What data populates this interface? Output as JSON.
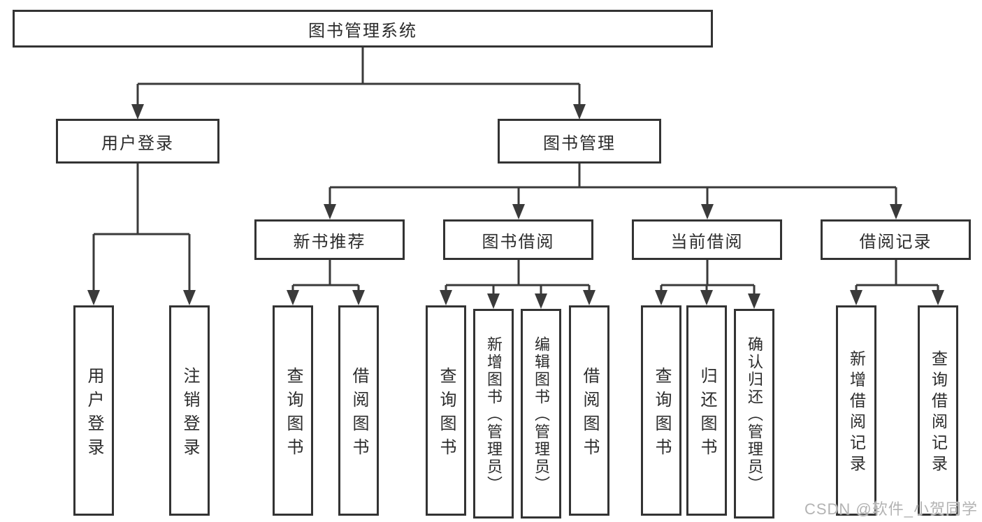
{
  "diagram_title": "图书管理系统",
  "tree": {
    "root": {
      "label": "图书管理系统"
    },
    "branches": [
      {
        "label": "用户登录",
        "children": [
          {
            "label": "用户登录"
          },
          {
            "label": "注销登录"
          }
        ]
      },
      {
        "label": "图书管理",
        "groups": [
          {
            "label": "新书推荐",
            "children": [
              {
                "label": "查询图书"
              },
              {
                "label": "借阅图书"
              }
            ]
          },
          {
            "label": "图书借阅",
            "children": [
              {
                "label": "查询图书"
              },
              {
                "label": "新增图书（管理员）"
              },
              {
                "label": "编辑图书（管理员）"
              },
              {
                "label": "借阅图书"
              }
            ]
          },
          {
            "label": "当前借阅",
            "children": [
              {
                "label": "查询图书"
              },
              {
                "label": "归还图书"
              },
              {
                "label": "确认归还（管理员）"
              }
            ]
          },
          {
            "label": "借阅记录",
            "children": [
              {
                "label": "新增借阅记录"
              },
              {
                "label": "查询借阅记录"
              }
            ]
          }
        ]
      }
    ]
  },
  "watermark": {
    "text": "CSDN @软件_小贺同学"
  },
  "colors": {
    "line": "#3a3a3a",
    "box_border": "#333333",
    "text": "#2b2b2b",
    "watermark": "#b3b3b3",
    "background": "#ffffff"
  }
}
